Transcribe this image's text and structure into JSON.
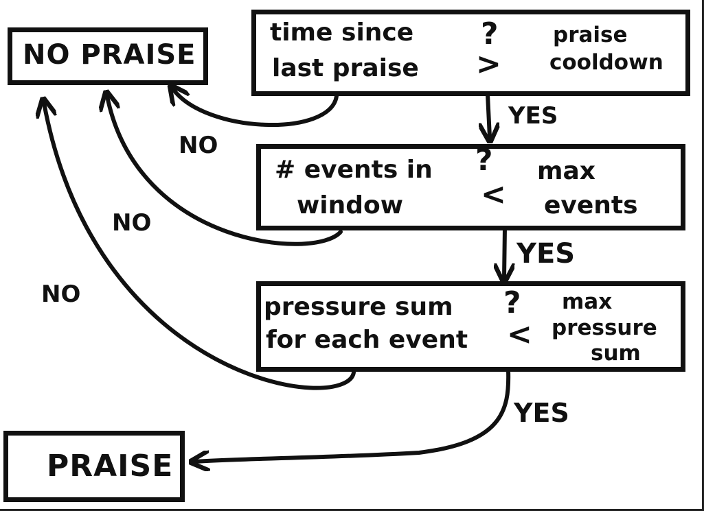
{
  "nodes": {
    "no_praise": {
      "label": "NO PRAISE"
    },
    "praise": {
      "label": "PRAISE"
    },
    "check1": {
      "left_line1": "time since",
      "left_line2": "last praise",
      "question": "?",
      "operator": ">",
      "right_line1": "praise",
      "right_line2": "cooldown"
    },
    "check2": {
      "left_line1": "# events in",
      "left_line2": "window",
      "question": "?",
      "operator": "<",
      "right_line1": "max",
      "right_line2": "events"
    },
    "check3": {
      "left_line1": "pressure sum",
      "left_line2": "for each event",
      "question": "?",
      "operator": "<",
      "right_line1": "max",
      "right_line2": "pressure",
      "right_line3": "sum"
    }
  },
  "edges": {
    "yes1": "YES",
    "yes2": "YES",
    "yes3": "YES",
    "no1": "NO",
    "no2": "NO",
    "no3": "NO"
  },
  "colors": {
    "ink": "#111111",
    "paper": "#ffffff"
  }
}
